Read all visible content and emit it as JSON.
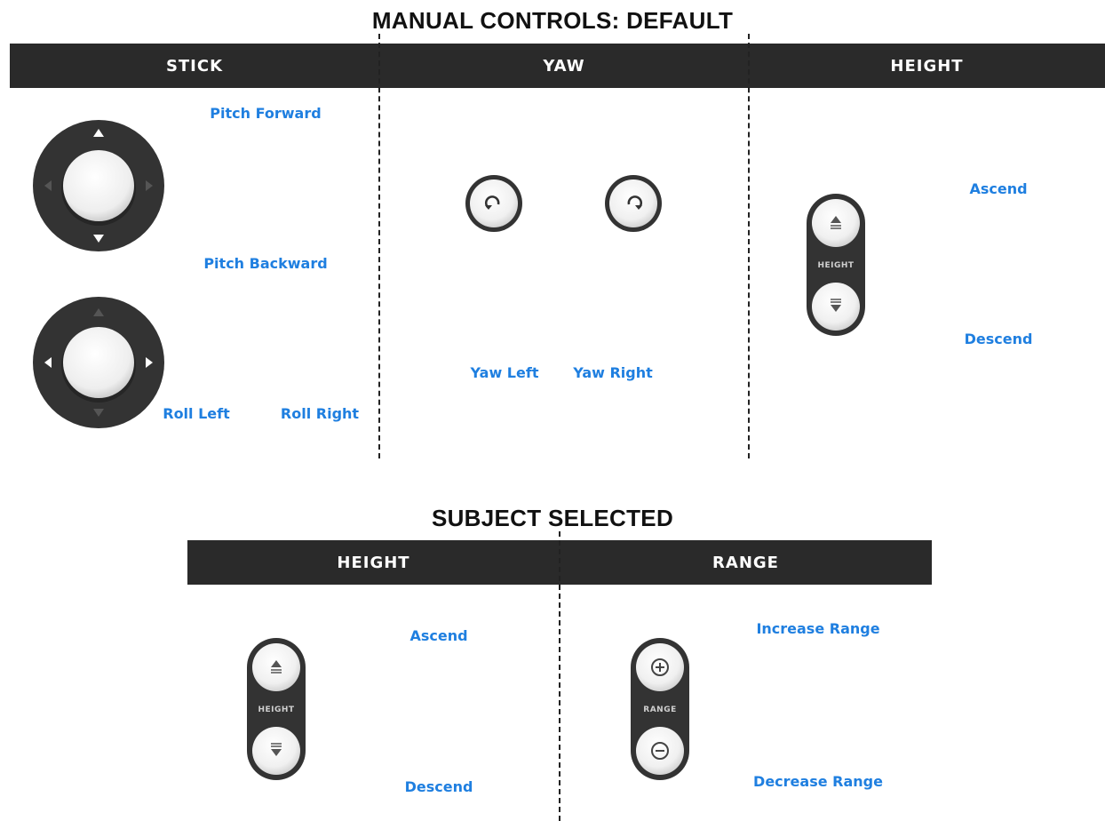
{
  "top_section": {
    "title": "MANUAL CONTROLS: DEFAULT",
    "columns": [
      "STICK",
      "YAW",
      "HEIGHT"
    ]
  },
  "stick": {
    "pitch_forward": "Pitch Forward",
    "pitch_backward": "Pitch Backward",
    "roll_left": "Roll Left",
    "roll_right": "Roll Right"
  },
  "yaw": {
    "yaw_left": "Yaw Left",
    "yaw_right": "Yaw Right"
  },
  "height": {
    "pill_label": "HEIGHT",
    "ascend": "Ascend",
    "descend": "Descend"
  },
  "bottom_section": {
    "title": "SUBJECT SELECTED",
    "columns": [
      "HEIGHT",
      "RANGE"
    ]
  },
  "range": {
    "pill_label": "RANGE",
    "increase": "Increase Range",
    "decrease": "Decrease Range"
  },
  "colors": {
    "accent_blue": "#1f7fe0",
    "bar_dark": "#2a2a2a",
    "control_dark": "#333333"
  }
}
